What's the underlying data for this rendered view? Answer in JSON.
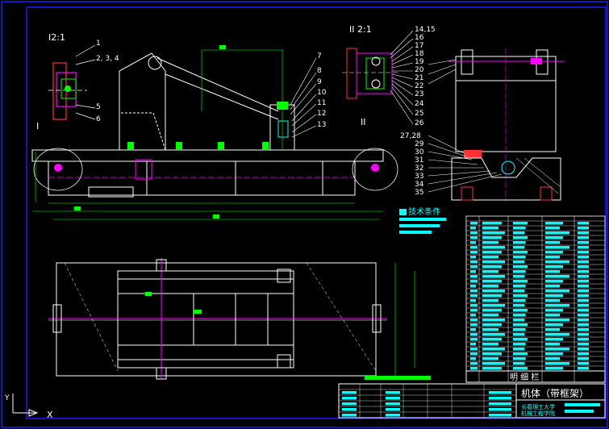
{
  "detail_label_1": "I2:1",
  "detail_label_2": "II 2:1",
  "section_mark_1": "I",
  "section_mark_2": "II",
  "tech_req": "技术条件",
  "parts_list_title": "明 细 栏",
  "drawing_name": "机体（带框架）",
  "school_line_1": "长春理工大学",
  "school_line_2": "机械工程学院",
  "axis_x": "X",
  "axis_y": "Y",
  "balloons_left": [
    "1",
    "2, 3, 4",
    "5",
    "6"
  ],
  "balloons_mid": [
    "7",
    "8",
    "9",
    "10",
    "11",
    "12",
    "13"
  ],
  "balloons_detail2": [
    "14,15",
    "16",
    "17",
    "18",
    "19",
    "20",
    "21",
    "22",
    "23",
    "24",
    "25",
    "26"
  ],
  "balloons_right": [
    "27,28",
    "29",
    "30",
    "31",
    "32",
    "33",
    "34",
    "35"
  ],
  "colors": {
    "frame": "#1a1aff",
    "white": "#ffffff",
    "green": "#00ff00",
    "magenta": "#ff00ff",
    "cyan": "#00ffff",
    "yellow": "#ffff00",
    "red": "#ff3333"
  }
}
